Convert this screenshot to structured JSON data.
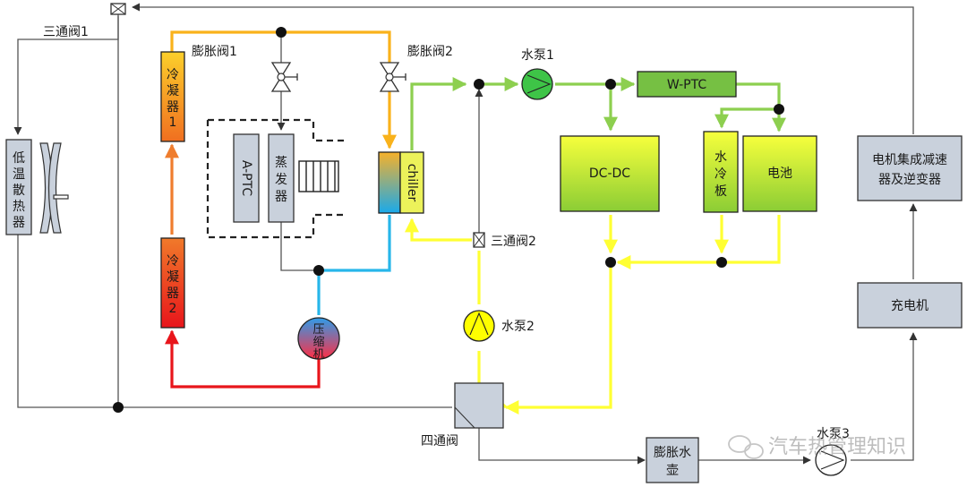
{
  "labels": {
    "valve3_1": "三通阀1",
    "radiator": [
      "低",
      "温",
      "散",
      "热",
      "器"
    ],
    "exp1": "膨胀阀1",
    "exp2": "膨胀阀2",
    "cond1": [
      "冷",
      "凝",
      "器",
      "1"
    ],
    "cond2": [
      "冷",
      "凝",
      "器",
      "2"
    ],
    "aptc": "A-PTC",
    "evap": [
      "蒸",
      "发",
      "器"
    ],
    "chiller": "chiller",
    "pump1": "水泵1",
    "wptc": "W-PTC",
    "dcdc": "DC-DC",
    "coldplate": [
      "水",
      "冷",
      "板"
    ],
    "battery": "电池",
    "motor": [
      "电机集成减速",
      "器及逆变器"
    ],
    "valve3_2": "三通阀2",
    "pump2": "水泵2",
    "charger": "充电机",
    "compressor": [
      "压",
      "缩",
      "机"
    ],
    "valve4": "四通阀",
    "tank": [
      "膨胀水",
      "壶"
    ],
    "pump3": "水泵3",
    "watermark": "汽车热管理知识"
  },
  "colors": {
    "orange": "#f9b21b",
    "green": "#8dcf4f",
    "yellow": "#ffff33",
    "blue": "#27b6ea",
    "red": "#e8151b",
    "gray_box": "#c9d1dc",
    "green_box_top": "#f4ff3a",
    "green_box_bottom": "#8ccd35",
    "pump_yellow": "#ffff00",
    "pump_green": "#3ec447"
  }
}
